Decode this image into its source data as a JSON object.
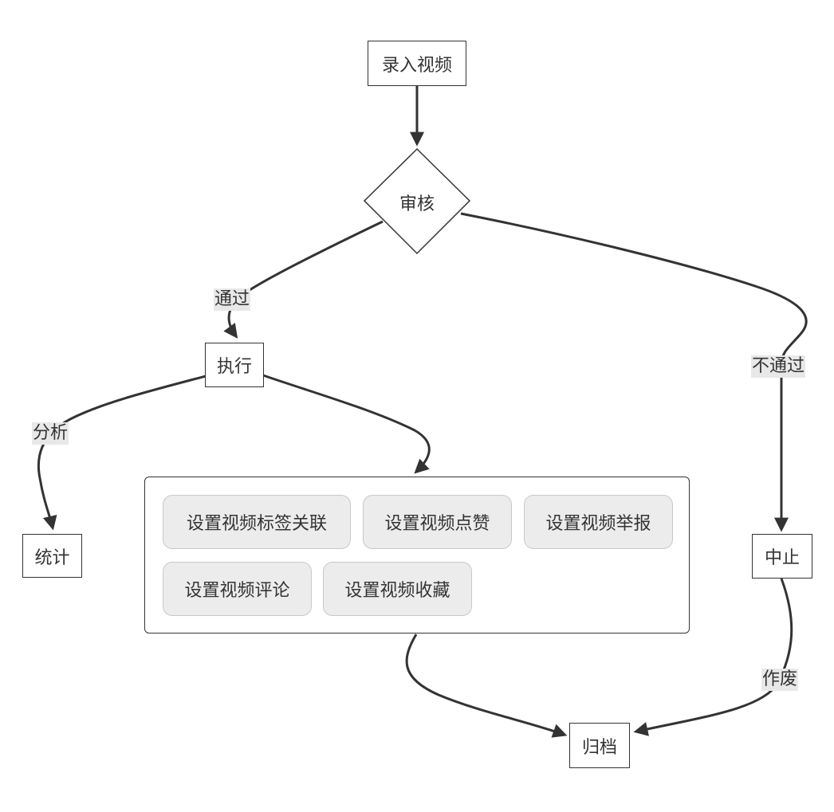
{
  "nodes": {
    "input": "录入视频",
    "review": "审核",
    "execute": "执行",
    "stats": "统计",
    "stop": "中止",
    "archive": "归档"
  },
  "edge_labels": {
    "pass": "通过",
    "fail": "不通过",
    "analyze": "分析",
    "discard": "作废"
  },
  "group": {
    "items": [
      "设置视频标签关联",
      "设置视频点赞",
      "设置视频举报",
      "设置视频评论",
      "设置视频收藏"
    ]
  }
}
